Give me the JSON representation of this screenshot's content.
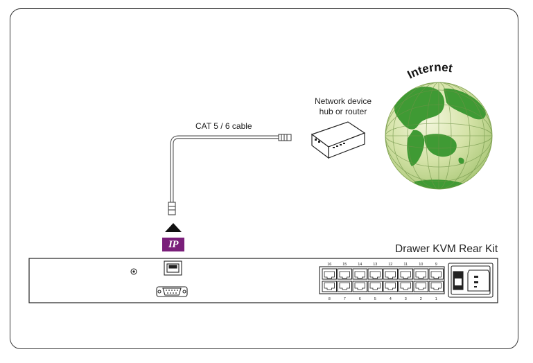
{
  "diagram": {
    "cable_label": "CAT 5 / 6 cable",
    "network_device": [
      "Network device",
      "hub or router"
    ],
    "internet_label": "Internet",
    "kit_title": "Drawer KVM Rear Kit",
    "ip_badge": "IP",
    "port_numbers_top": [
      "16",
      "15",
      "14",
      "13",
      "12",
      "11",
      "10",
      "9"
    ],
    "port_numbers_bottom": [
      "8",
      "7",
      "6",
      "5",
      "4",
      "3",
      "2",
      "1"
    ],
    "colors": {
      "ip_badge": "#7a1f7a",
      "globe_ocean": "#d2e2a6",
      "globe_land": "#3f9a34",
      "line": "#333333"
    }
  }
}
